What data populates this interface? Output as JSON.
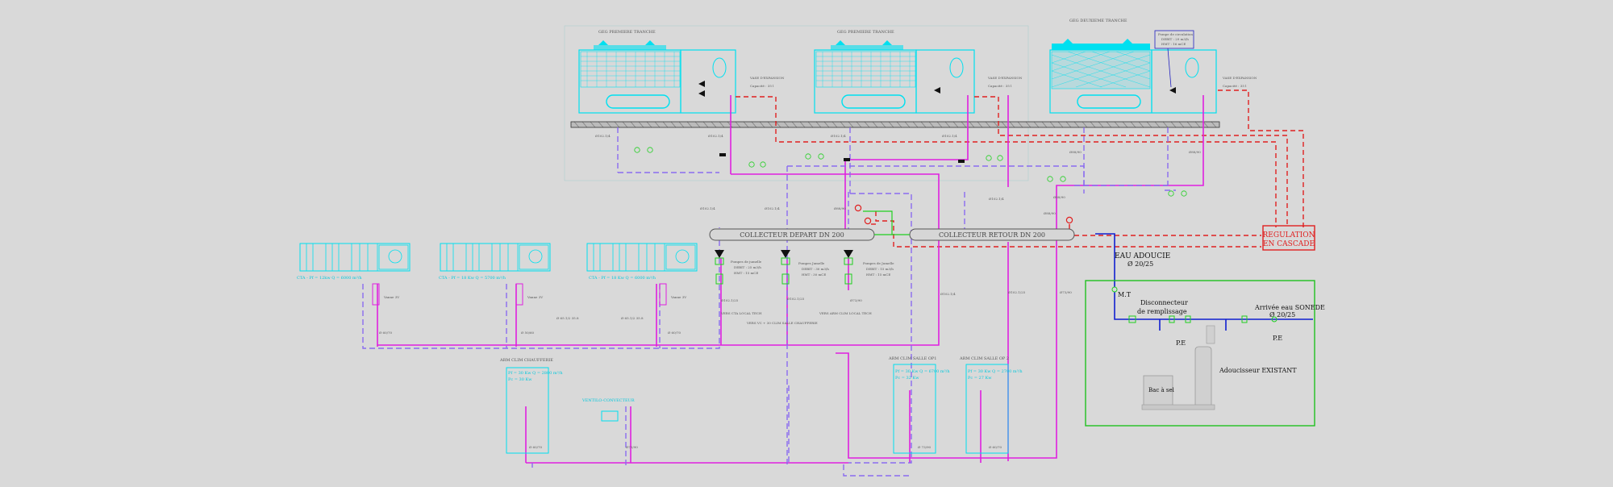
{
  "colors": {
    "background": "#d9d9d9",
    "equipment": "#00e0f0",
    "supply_pipe": "#e020e0",
    "return_pipe": "#8a6cf0",
    "regulation_line": "#e02020",
    "valve": "#20d020",
    "water_line": "#1020d0",
    "softener_frame": "#20c020"
  },
  "chillers": {
    "premiere_1": {
      "title": "GEG PREMIERE TRANCHE",
      "vase": "VASE D'EXPANSION",
      "vase_cap": "Capacité : 35 l",
      "pipe_left": "Ø102.1/4",
      "pipe_right": "Ø102.1/4"
    },
    "premiere_2": {
      "title": "GEG PREMIERE TRANCHE",
      "vase": "VASE D'EXPANSION",
      "vase_cap": "Capacité : 35 l",
      "pipe_left": "Ø102.1/4",
      "pipe_right": "Ø102.1/4"
    },
    "deuxieme": {
      "title": "GEG DEUXIEME TRANCHE",
      "vase": "VASE D'EXPANSION",
      "vase_cap": "Capacité : 35 l",
      "pump_note_1": "Pompe de circulation",
      "pump_note_2": "DEBIT : 29 m3/h",
      "pump_note_3": "HMT : 16 mCE",
      "pipe_left": "Ø88/90",
      "pipe_right": "Ø88/90"
    }
  },
  "collectors": {
    "depart": "COLLECTEUR DEPART DN 200",
    "retour": "COLLECTEUR RETOUR DN 200"
  },
  "regulation": {
    "line1": "REGULATION",
    "line2": "EN CASCADE"
  },
  "pumps": [
    {
      "l1": "Pompes de jumelle",
      "l2": "DEBIT : 25 m3/h",
      "l3": "HMT : 15 mCE",
      "pipe": "Ø102.1/25",
      "dest": "VERS CTA LOCAL TECH"
    },
    {
      "l1": "Pompes Jumelle",
      "l2": "DEBIT : 30 m3/h",
      "l3": "HMT : 30 mCE",
      "pipe": "Ø102.1/25",
      "dest": "VERS VC + 30 CLIM SALLE CHAUFFERIE"
    },
    {
      "l1": "Pompes de Jumelle",
      "l2": "DEBIT : 15 m3/h",
      "l3": "HMT : 15 mCE",
      "pipe": "Ø73/90",
      "dest": "VERS ARM CLIM LOCAL TECH"
    }
  ],
  "ctas": [
    {
      "label": "CTA - Pf = 12kw Q = 6000 m³/h",
      "valve": "Vanne 3V",
      "pipe": "Ø 60/70"
    },
    {
      "label": "CTA - Pf = 18 Kw Q = 5700 m³/h",
      "valve": "Vanne 3V",
      "pipe": "Ø 50/60"
    },
    {
      "label": "CTA - Pf = 18 Kw Q = 6000 m³/h",
      "valve": "Vanne 3V",
      "pipe": "Ø 60/70"
    }
  ],
  "pipe_labels": {
    "depart_v1": "Ø102.1/4",
    "depart_v2": "Ø102.1/4",
    "depart_v3": "Ø88/90",
    "retour_v1": "Ø102.1/4",
    "retour_v2": "Ø88/90",
    "retour_v3": "Ø88/90",
    "riser_1": "Ø102.1/25",
    "riser_2": "Ø102.1/25",
    "riser_3": "Ø73/90",
    "loop_a": "Ø 65.1/2 35.8",
    "loop_b": "Ø 65.1/2 35.8"
  },
  "units": [
    {
      "title": "ARM CLIM CHAUFFERIE",
      "l1": "Pf = 30 Kw Q = 2800 m³/h",
      "l2": "Pc = 30 Kw",
      "pipe": "Ø 60/70"
    },
    {
      "title": "ARM CLIM SALLE OP1",
      "l1": "Pf = 30 Kw Q = 6700 m³/h",
      "l2": "Pc = 32 Kw",
      "pipe": "Ø 73/90"
    },
    {
      "title": "ARM CLIM SALLE OP 2",
      "l1": "Pf = 30 Kw Q = 2700 m³/h",
      "l2": "Pc = 27 Kw",
      "pipe": "Ø 60/70"
    }
  ],
  "ventilo": {
    "label": "VENTILO-CONVECTEUR",
    "pipe": "Ø73/90"
  },
  "softener": {
    "eau_adoucie": "EAU ADOUCIE",
    "eau_diam": "Ø 20/25",
    "mt": "M.T",
    "disconnecteur_1": "Disconnecteur",
    "disconnecteur_2": "de remplissage",
    "arrivee": "Arrivée eau SONEDE",
    "arrivee_diam": "Ø 20/25",
    "pe_left": "P.E",
    "pe_right": "P.E",
    "adoucisseur": "Adoucisseur EXISTANT",
    "bac": "Bac à sel"
  }
}
